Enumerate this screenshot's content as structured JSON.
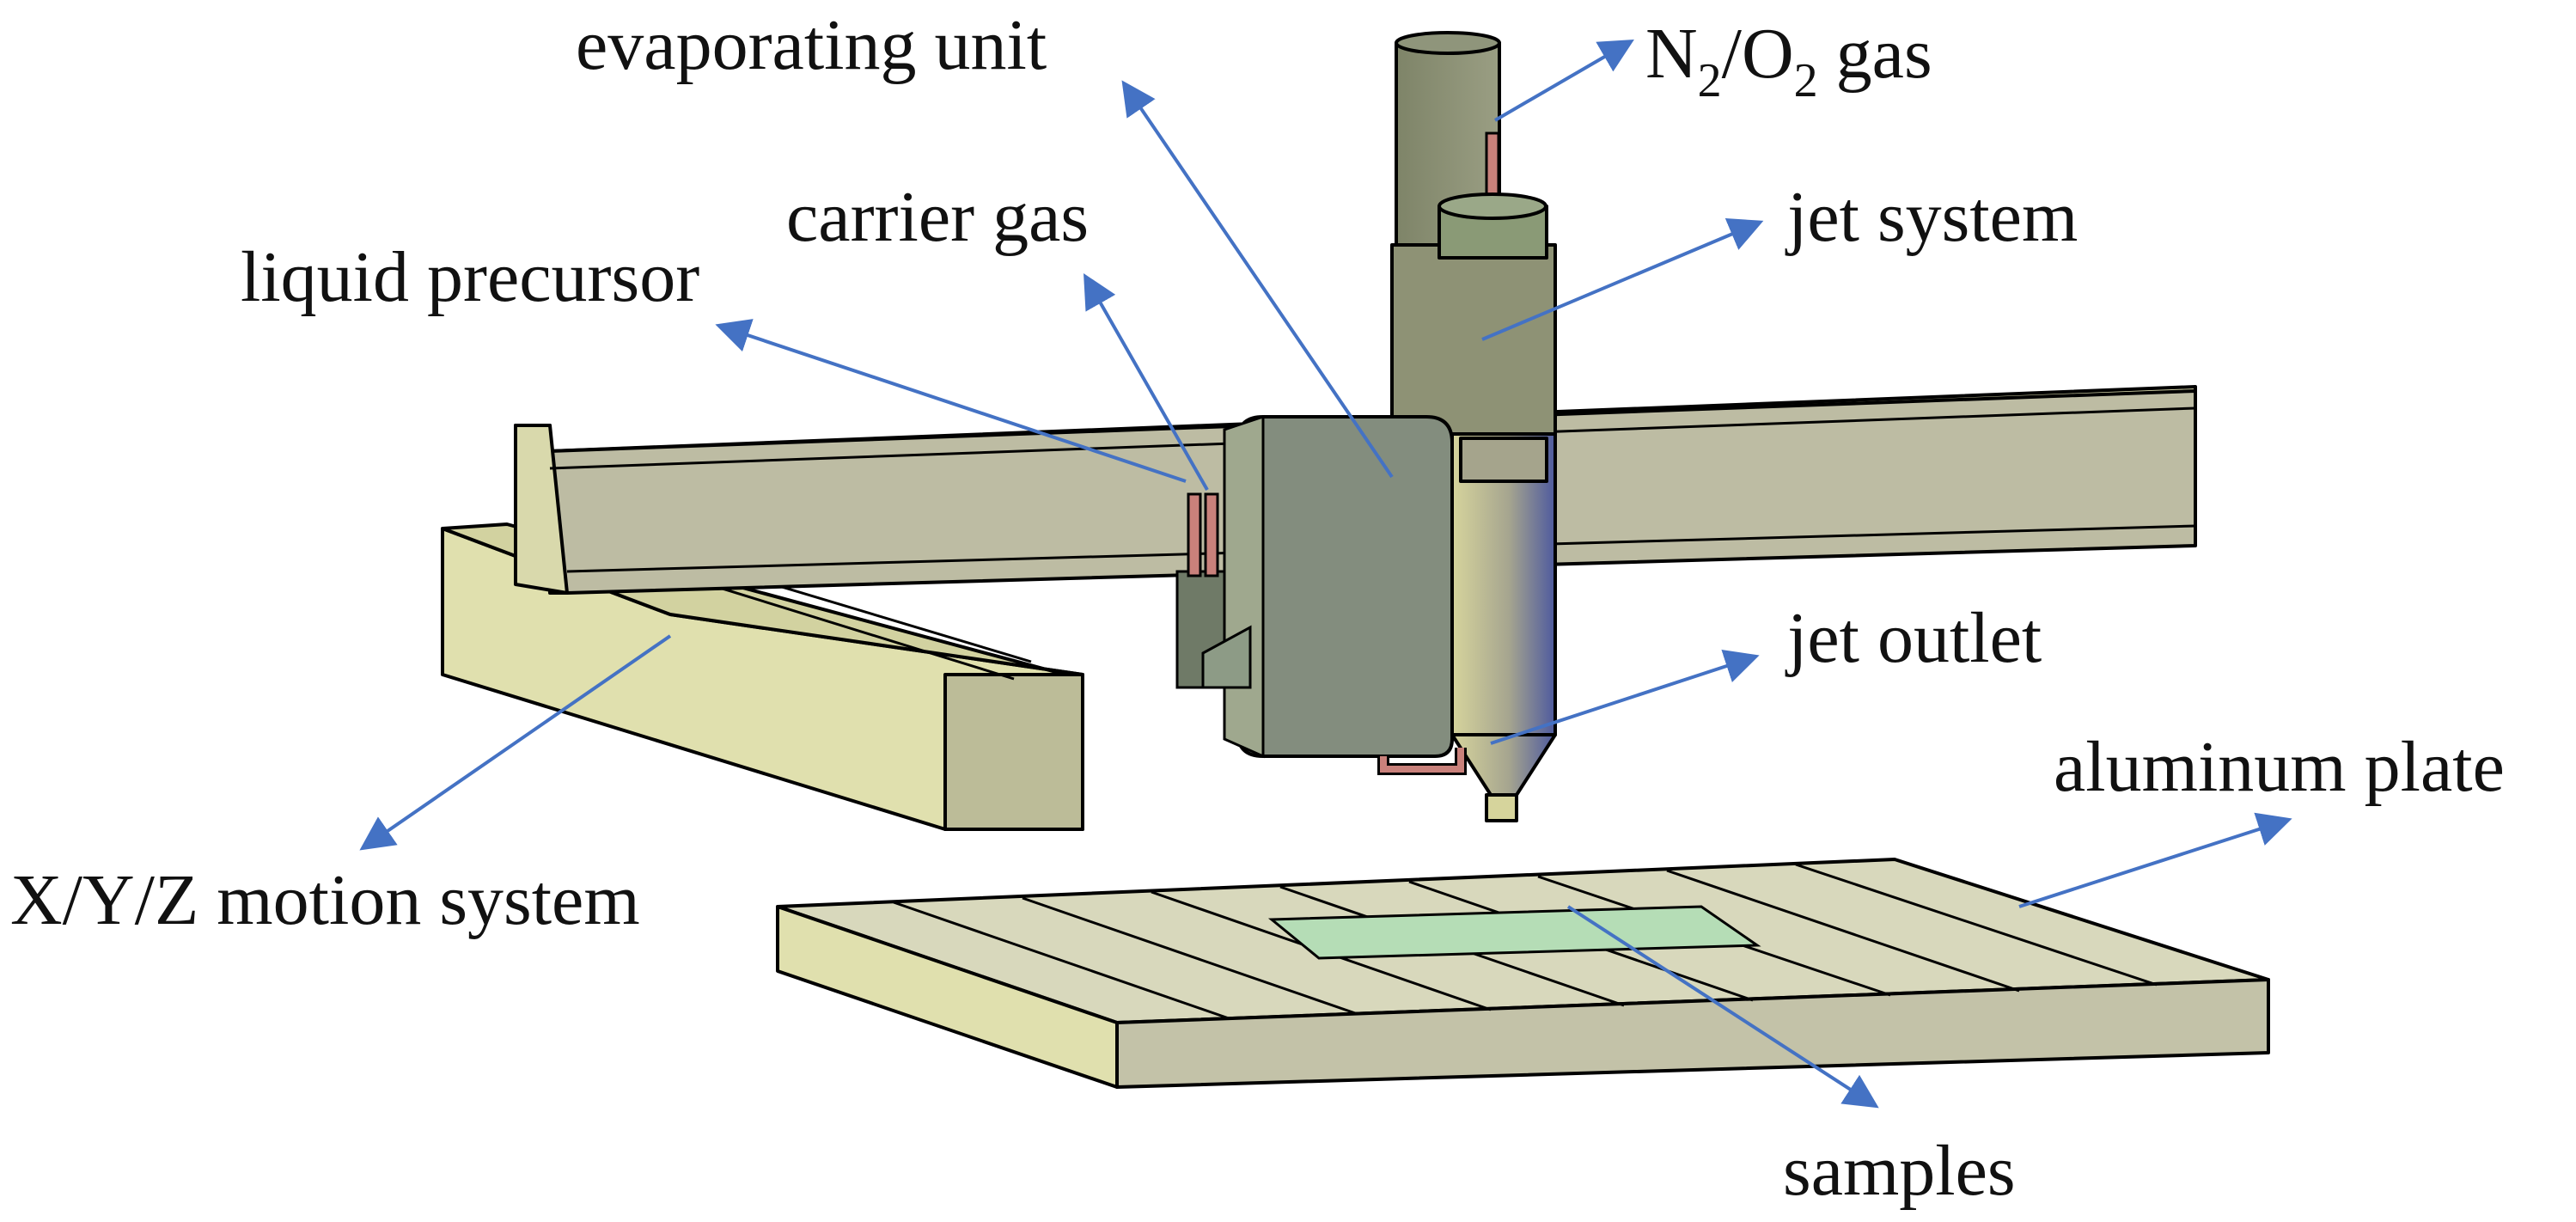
{
  "labels": {
    "evaporating_unit": "evaporating unit",
    "n2_prefix": "N",
    "n2_sub": "2",
    "slash_o": "/O",
    "o2_sub": "2",
    "gas_suffix": " gas",
    "carrier_gas": "carrier gas",
    "jet_system": "jet system",
    "liquid_precursor": "liquid precursor",
    "jet_outlet": "jet outlet",
    "aluminum_plate": "aluminum plate",
    "xyz_motion_system": "X/Y/Z motion system",
    "samples": "samples"
  },
  "colors": {
    "arrow": "#4472C4",
    "rail": "#E0E0AE",
    "rail_side": "#BCBC98",
    "beam": "#BDBCA3",
    "unit": "#838D7E",
    "jet_body": "#8E9275",
    "tube": "#C9817B",
    "sample": "#B5DDB6"
  }
}
